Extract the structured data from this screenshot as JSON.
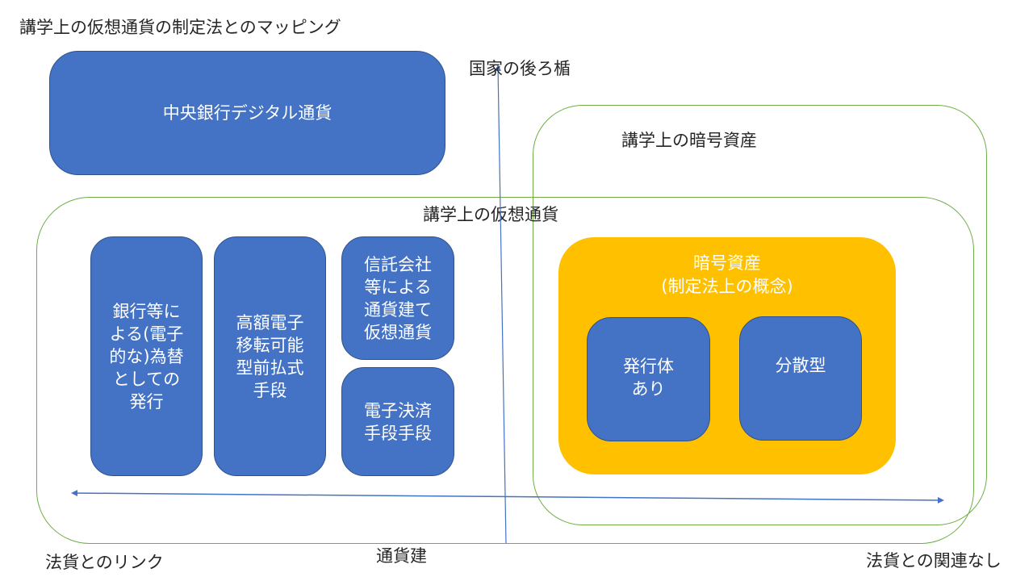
{
  "title": "講学上の仮想通貨の制定法とのマッピング",
  "axes": {
    "vertical_top": "国家の後ろ楯",
    "bottom_center": "通貨建",
    "bottom_left": "法貨とのリンク",
    "bottom_right": "法貨との関連なし"
  },
  "cbdc": {
    "label": "中央銀行デジタル通貨"
  },
  "virtual_currency_group": {
    "label": "講学上の仮想通貨",
    "items": [
      {
        "label": "銀行等に\nよる(電子\n的な)為替\nとしての\n発行"
      },
      {
        "label": "高額電子\n移転可能\n型前払式\n手段"
      },
      {
        "label": "信託会社\n等による\n通貨建て\n仮想通貨"
      },
      {
        "label": "電子決済\n手段手段"
      }
    ]
  },
  "crypto_asset_group": {
    "label": "講学上の暗号資産",
    "statutory": {
      "label": "暗号資産\n(制定法上の概念)",
      "items": [
        {
          "label": "発行体\nあり"
        },
        {
          "label": "分散型"
        }
      ]
    }
  },
  "colors": {
    "box_blue": "#4472c4",
    "frame_green": "#70ad47",
    "statutory_yellow": "#ffc000",
    "arrow_blue": "#4472c4"
  }
}
